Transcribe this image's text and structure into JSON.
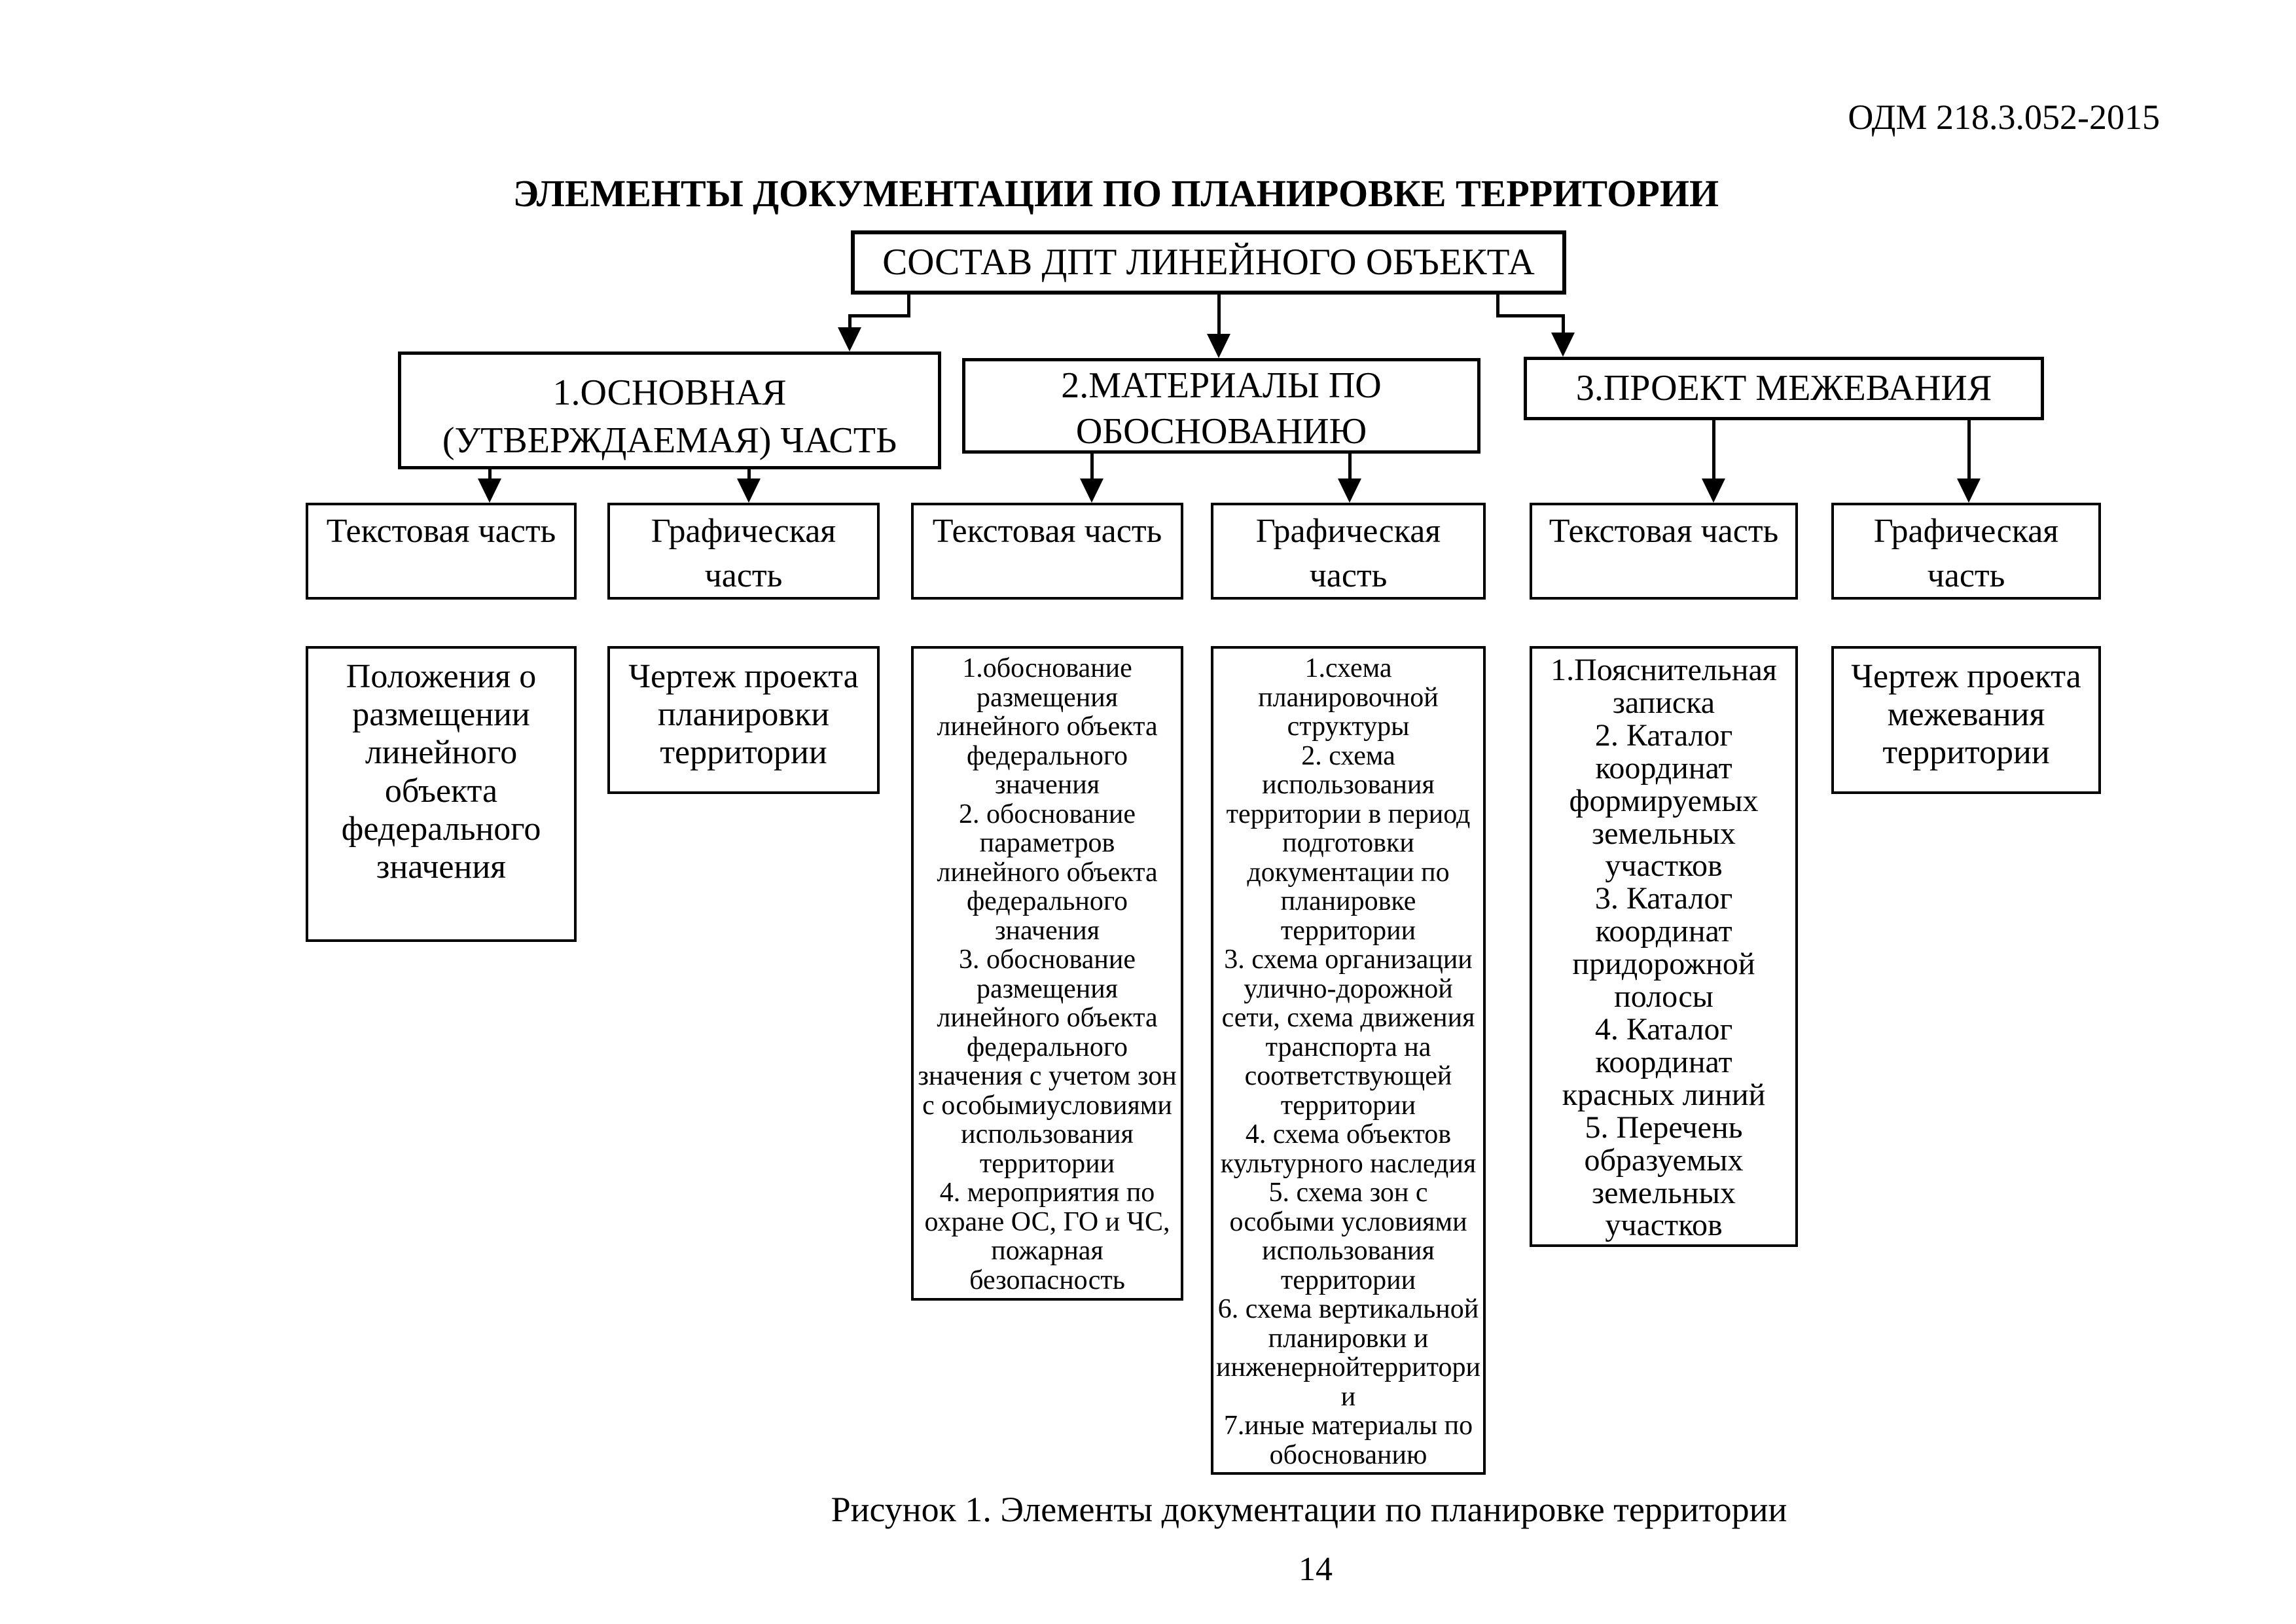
{
  "document": {
    "standard_ref": "ОДМ 218.3.052-2015",
    "title": "ЭЛЕМЕНТЫ ДОКУМЕНТАЦИИ ПО ПЛАНИРОВКЕ ТЕРРИТОРИИ",
    "figure_caption": "Рисунок 1. Элементы документации по планировке территории",
    "page_number": "14"
  },
  "diagram": {
    "type": "flowchart",
    "root": {
      "label": "СОСТАВ ДПТ ЛИНЕЙНОГО ОБЪЕКТА"
    },
    "branches": [
      {
        "label": "1.ОСНОВНАЯ\n(УТВЕРЖДАЕМАЯ) ЧАСТЬ",
        "parts": [
          {
            "label": "Текстовая часть",
            "content": "Положения о\nразмещении\nлинейного\nобъекта\nфедерального\nзначения"
          },
          {
            "label": "Графическая\nчасть",
            "content": "Чертеж проекта\nпланировки\nтерритории"
          }
        ]
      },
      {
        "label": "2.МАТЕРИАЛЫ ПО\nОБОСНОВАНИЮ",
        "parts": [
          {
            "label": "Текстовая часть",
            "items": [
              "1.обоснование\nразмещения\nлинейного объекта\nфедерального\nзначения",
              "2. обоснование\nпараметров\nлинейного объекта\nфедерального\nзначения",
              "3. обоснование\nразмещения\nлинейного объекта\nфедерального\nзначения с учетом зон\nс особымиусловиями\nиспользования\nтерритории",
              "4. мероприятия по\nохране ОС, ГО и ЧС,\nпожарная\nбезопасность"
            ]
          },
          {
            "label": "Графическая\nчасть",
            "items": [
              "1.схема\nпланировочной\nструктуры",
              "2. схема\nиспользования\nтерритории в период\nподготовки\nдокументации по\nпланировке\nтерритории",
              "3. схема организации\nулично-дорожной\nсети, схема движения\nтранспорта на\nсоответствующей\nтерритории",
              "4. схема объектов\nкультурного наследия",
              "5. схема зон с\nособыми условиями\nиспользования\nтерритории",
              "6. схема вертикальной\nпланировки и\nинженернойтерритори\nи",
              "7.иные материалы по\nобоснованию"
            ]
          }
        ]
      },
      {
        "label": "3.ПРОЕКТ МЕЖЕВАНИЯ",
        "parts": [
          {
            "label": "Текстовая часть",
            "items": [
              "1.Пояснительная\nзаписка",
              "2. Каталог\nкоординат\nформируемых\nземельных\nучастков",
              "3. Каталог\nкоординат\nпридорожной\nполосы",
              "4. Каталог\nкоординат\nкрасных линий",
              "5. Перечень\nобразуемых\nземельных\nучастков"
            ]
          },
          {
            "label": "Графическая\nчасть",
            "content": "Чертеж проекта\nмежевания\nтерритории"
          }
        ]
      }
    ]
  },
  "colors": {
    "ink": "#000000",
    "paper": "#ffffff"
  }
}
